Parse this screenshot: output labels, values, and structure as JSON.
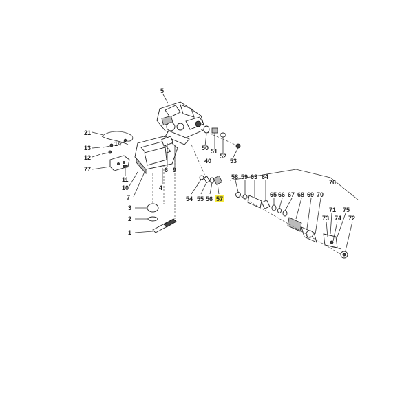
{
  "labels": {
    "l1": "1",
    "l2": "2",
    "l3": "3",
    "l4": "4",
    "l5": "5",
    "l6": "6",
    "l7": "7",
    "l9": "9",
    "l10": "10",
    "l11": "11",
    "l12": "12",
    "l13": "13",
    "l14": "14",
    "l21": "21",
    "l40": "40",
    "l50": "50",
    "l51": "51",
    "l52": "52",
    "l53": "53",
    "l54": "54",
    "l55": "55",
    "l56": "56",
    "l57": "57",
    "l58": "58",
    "l59": "59",
    "l63": "63",
    "l64": "64",
    "l65": "65",
    "l66": "66",
    "l67": "67",
    "l68": "68",
    "l69": "69",
    "l70": "70",
    "l71": "71",
    "l72": "72",
    "l73": "73",
    "l74": "74",
    "l75": "75",
    "l76": "76",
    "l77": "77"
  },
  "highlight": {
    "label": "l57",
    "color": "#f5e93a"
  }
}
